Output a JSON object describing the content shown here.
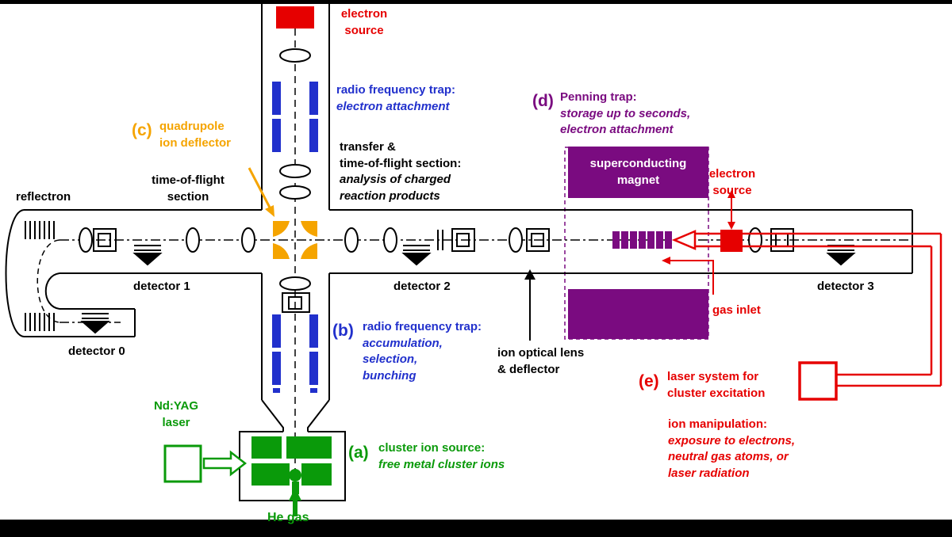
{
  "colors": {
    "red": "#e60000",
    "blue": "#2130cc",
    "orange": "#f5a400",
    "purple": "#7a0b80",
    "green": "#0a9a0a"
  },
  "labels": {
    "electron_source_top": "electron\nsource",
    "rf_trap_top_title": "radio frequency trap:",
    "rf_trap_top_sub": "electron attachment",
    "c_marker": "(c)",
    "c_label": "quadrupole\nion deflector",
    "transfer_title": "transfer &\ntime-of-flight section:",
    "transfer_sub": "analysis of charged\nreaction products",
    "d_marker": "(d)",
    "d_title": "Penning trap:",
    "d_sub": "storage up to seconds,\nelectron attachment",
    "magnet": "superconducting\nmagnet",
    "electron_source_right": "electron\nsource",
    "tof_section": "time-of-flight\nsection",
    "reflectron": "reflectron",
    "detector0": "detector 0",
    "detector1": "detector 1",
    "detector2": "detector 2",
    "detector3": "detector 3",
    "b_marker": "(b)",
    "b_title": "radio frequency trap:",
    "b_sub": "accumulation,\nselection,\nbunching",
    "ion_lens": "ion optical lens\n& deflector",
    "gas_inlet": "gas inlet",
    "e_marker": "(e)",
    "e_label": "laser system for\ncluster excitation",
    "ndyag": "Nd:YAG\nlaser",
    "a_marker": "(a)",
    "a_title": "cluster ion source:",
    "a_sub": "free metal cluster ions",
    "ion_manip_title": "ion manipulation:",
    "ion_manip_sub": "exposure to electrons,\nneutral gas atoms, or\nlaser radiation",
    "he_gas": "He gas"
  }
}
